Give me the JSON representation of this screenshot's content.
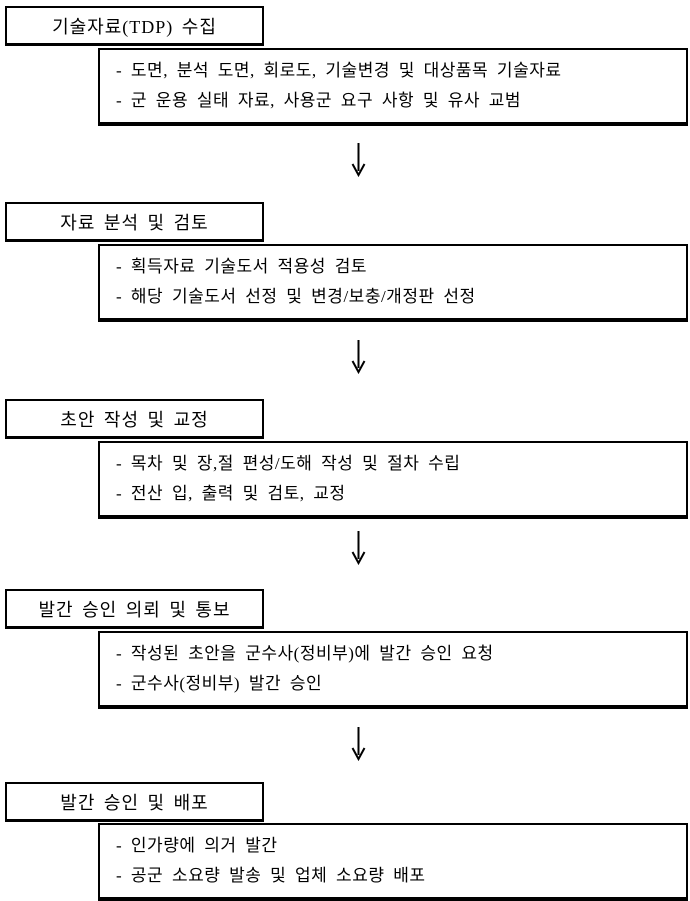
{
  "colors": {
    "background": "#ffffff",
    "border": "#000000",
    "text": "#000000"
  },
  "flowchart": {
    "arrow_icon": "down-arrow",
    "stages": [
      {
        "title": "기술자료(TDP) 수집",
        "items": [
          "- 도면, 분석 도면, 회로도, 기술변경 및 대상품목 기술자료",
          "- 군 운용 실태 자료, 사용군 요구 사항 및 유사 교범"
        ]
      },
      {
        "title": "자료 분석 및 검토",
        "items": [
          "- 획득자료 기술도서 적용성 검토",
          "- 해당 기술도서 선정 및 변경/보충/개정판 선정"
        ]
      },
      {
        "title": "초안 작성 및 교정",
        "items": [
          "- 목차 및 장,절 편성/도해 작성 및 절차 수립",
          "- 전산 입, 출력 및 검토, 교정"
        ]
      },
      {
        "title": "발간 승인 의뢰 및 통보",
        "items": [
          "- 작성된 초안을 군수사(정비부)에 발간 승인 요청",
          "- 군수사(정비부) 발간 승인"
        ]
      },
      {
        "title": "발간 승인 및 배포",
        "items": [
          "- 인가량에 의거 발간",
          "- 공군 소요량 발송 및 업체 소요량 배포"
        ]
      }
    ]
  }
}
